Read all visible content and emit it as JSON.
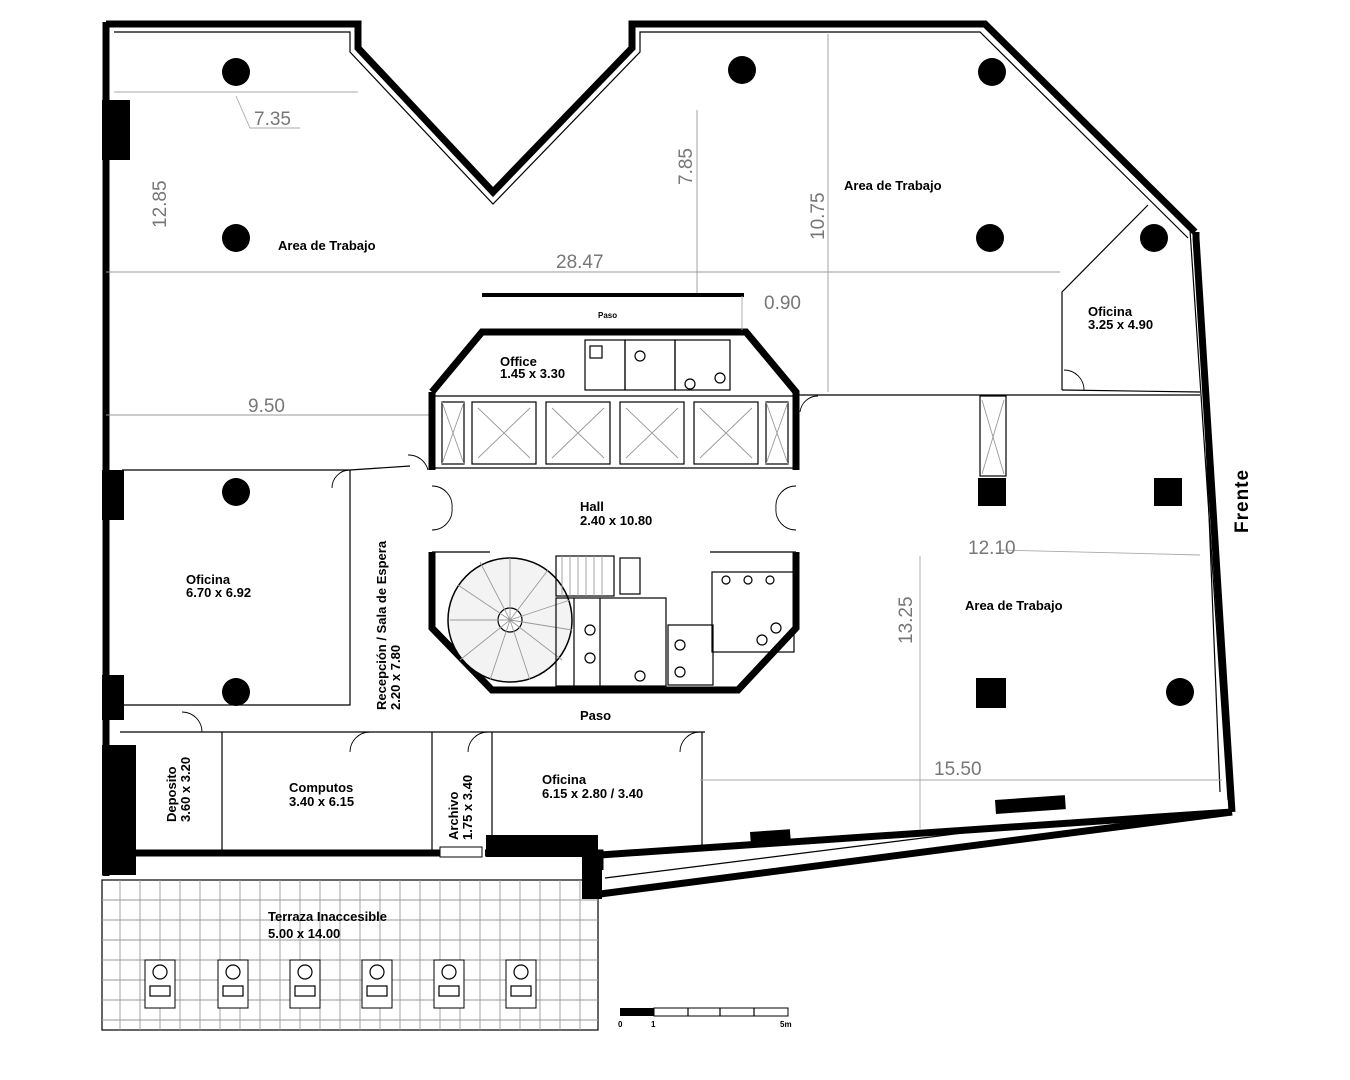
{
  "rooms": {
    "area_trabajo_nw": {
      "name": "Area de Trabajo"
    },
    "area_trabajo_ne": {
      "name": "Area de Trabajo"
    },
    "area_trabajo_e": {
      "name": "Area de Trabajo"
    },
    "oficina_ne": {
      "name": "Oficina",
      "size": "3.25 x 4.90"
    },
    "office": {
      "name": "Office",
      "size": "1.45 x 3.30"
    },
    "hall": {
      "name": "Hall",
      "size": "2.40 x 10.80"
    },
    "oficina_w": {
      "name": "Oficina",
      "size": "6.70 x 6.92"
    },
    "recepcion": {
      "name": "Recepción / Sala de Espera",
      "size": "2.20 x 7.80"
    },
    "deposito": {
      "name": "Deposito",
      "size": "3.60 x 3.20"
    },
    "computos": {
      "name": "Computos",
      "size": "3.40 x 6.15"
    },
    "archivo": {
      "name": "Archivo",
      "size": "1.75 x 3.40"
    },
    "oficina_s": {
      "name": "Oficina",
      "size": "6.15 x 2.80 / 3.40"
    },
    "terraza": {
      "name": "Terraza Inaccesible",
      "size": "5.00 x 14.00"
    }
  },
  "passages": {
    "paso_top": "Paso",
    "paso_bottom": "Paso"
  },
  "dimensions": {
    "d735": "7.35",
    "d1285": "12.85",
    "d2847": "28.47",
    "d785": "7.85",
    "d1075": "10.75",
    "d090": "0.90",
    "d950": "9.50",
    "d1210": "12.10",
    "d1325": "13.25",
    "d1550": "15.50"
  },
  "orientation": {
    "frente": "Frente"
  },
  "scale_bar": {
    "zero": "0",
    "one": "1",
    "five": "5m"
  },
  "icons": {
    "column": "filled-circle",
    "ac_unit": "fan-unit-icon",
    "stair": "spiral-stair"
  }
}
